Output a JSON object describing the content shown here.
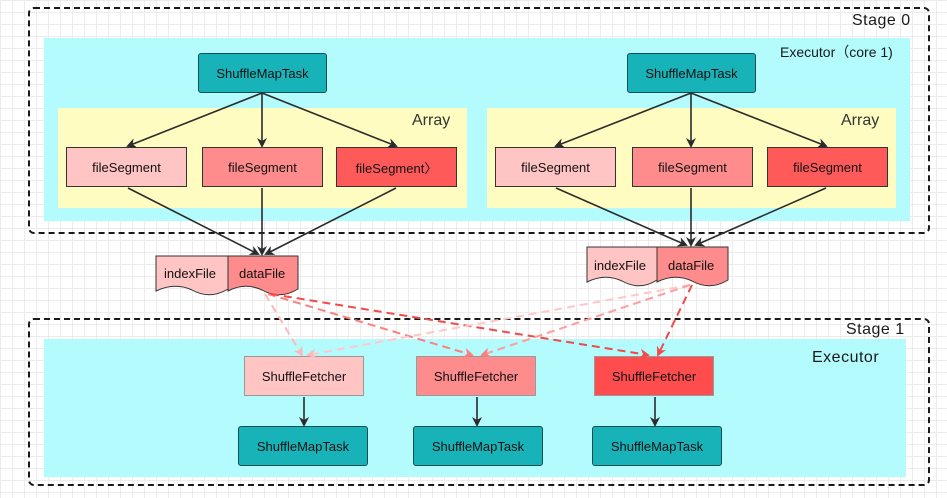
{
  "stage0": {
    "label": "Stage 0",
    "executor_label": "Executor（core 1)",
    "left": {
      "task": "ShuffleMapTask",
      "array_label": "Array",
      "segments": [
        "fileSegment",
        "fileSegment",
        "fileSegment〉"
      ]
    },
    "right": {
      "task": "ShuffleMapTask",
      "array_label": "Array",
      "segments": [
        "fileSegment",
        "fileSegment",
        "fileSegment"
      ]
    }
  },
  "files": {
    "left": {
      "index": "indexFile",
      "data": "dataFile"
    },
    "right": {
      "index": "indexFile",
      "data": "dataFile"
    }
  },
  "stage1": {
    "label": "Stage 1",
    "executor_label": "Executor",
    "fetchers": [
      "ShuffleFetcher",
      "ShuffleFetcher",
      "ShuffleFetcher"
    ],
    "tasks": [
      "ShuffleMapTask",
      "ShuffleMapTask",
      "ShuffleMapTask"
    ]
  },
  "colors": {
    "executor": "#b3fbfd",
    "array": "#fffcc2",
    "task": "#17b3b8",
    "light_red": "#ffc4c4",
    "mid_red": "#ff8c8c",
    "dark_red": "#ff5a5a"
  }
}
